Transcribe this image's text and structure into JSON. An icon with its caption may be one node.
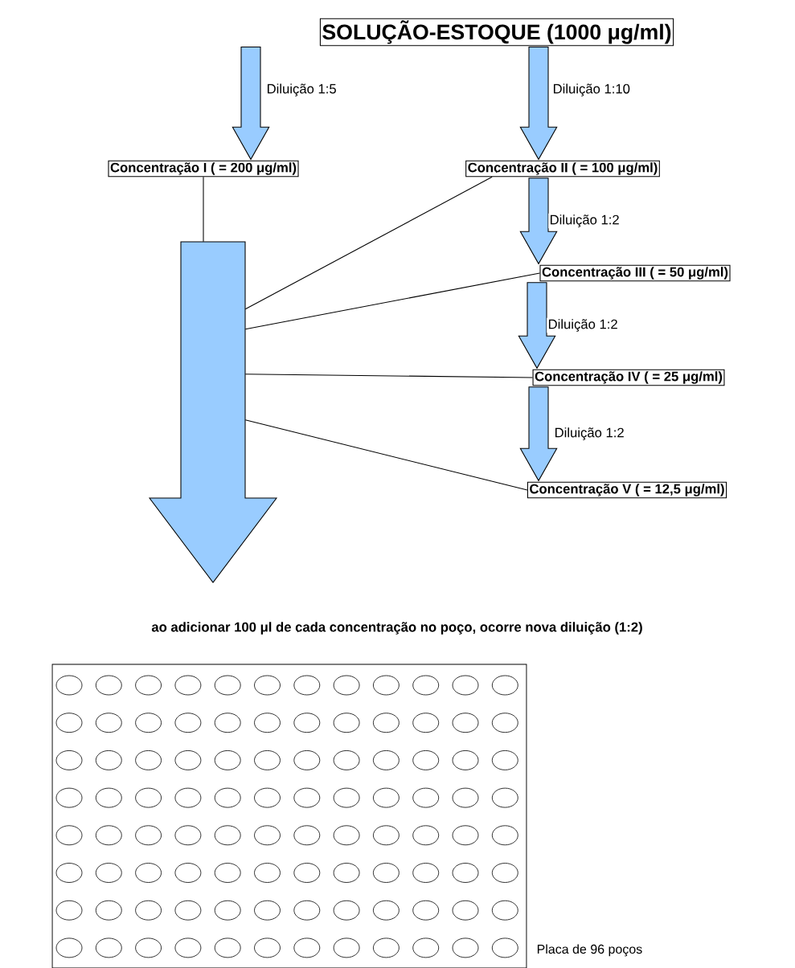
{
  "diagram": {
    "nodes": [
      {
        "text": [
          "SOLUÇÃO-ESTOQUE (1000 μg/ml)"
        ]
      },
      {
        "text": [
          "Concentração I ( = 200 μg/ml)"
        ]
      },
      {
        "text": [
          "Concentração II ( = 100 μg/ml)"
        ]
      },
      {
        "text": [
          "Concentração III ( = 50 μg/ml)"
        ]
      },
      {
        "text": [
          "Concentração IV ( = 25 μg/ml)"
        ]
      },
      {
        "text": [
          "Concentração V ( = 12,5 μg/ml)"
        ]
      },
      {
        "text": [],
        "shape": "arrow"
      },
      {
        "text": [],
        "shape": "box",
        "beside": [
          "Placa de 96 poços"
        ]
      }
    ],
    "edges": [
      {
        "from": 0,
        "to": 1,
        "arrow": "to",
        "label": "Diluição 1:5"
      },
      {
        "from": 0,
        "to": 2,
        "arrow": "to",
        "label": "Diluição 1:10"
      },
      {
        "from": 2,
        "to": 3,
        "arrow": "to",
        "label": "Diluição 1:2"
      },
      {
        "from": 3,
        "to": 4,
        "arrow": "to",
        "label": "Diluição 1:2"
      },
      {
        "from": 4,
        "to": 5,
        "arrow": "to",
        "label": "Diluição 1:2"
      },
      {
        "from": 1,
        "to": 6,
        "arrow": "none"
      },
      {
        "from": 2,
        "to": 6,
        "arrow": "none"
      },
      {
        "from": 3,
        "to": 6,
        "arrow": "none"
      },
      {
        "from": 4,
        "to": 6,
        "arrow": "none"
      },
      {
        "from": 5,
        "to": 6,
        "arrow": "none"
      }
    ],
    "labels": [
      "ao adicionar 100 μl de cada concentração no poço, ocorre nova diluição (1:2)"
    ]
  }
}
